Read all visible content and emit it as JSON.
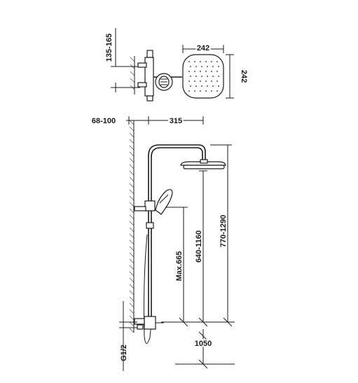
{
  "dimensions": {
    "wall_depth_top": "135-165",
    "head_width": "242",
    "head_depth": "242",
    "wall_offset": "68-100",
    "arm_length": "315",
    "handshower_max": "Max.665",
    "adjust_range": "640-1160",
    "overall_height": "770-1290",
    "install_height": "1050",
    "connection": "G1/2"
  },
  "colors": {
    "line": "#1a1a1a",
    "background": "#ffffff"
  }
}
